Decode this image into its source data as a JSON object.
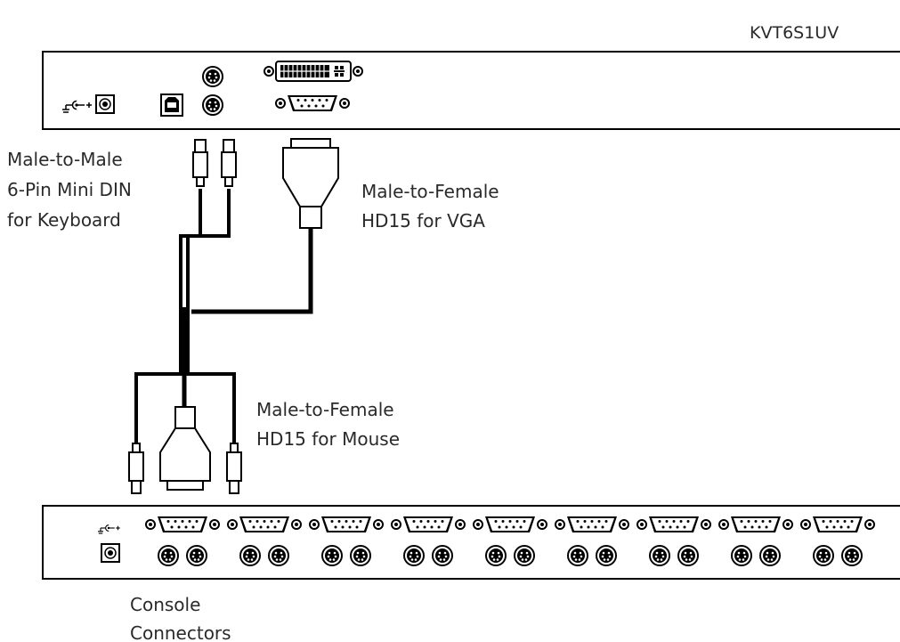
{
  "model_label": "KVT6S1UV",
  "labels": {
    "keyboard_cable": [
      "Male-to-Male",
      "6-Pin Mini DIN",
      "for Keyboard"
    ],
    "vga_cable": [
      "Male-to-Female",
      "HD15 for VGA"
    ],
    "mouse_cable": [
      "Male-to-Female",
      "HD15 for Mouse"
    ],
    "console": [
      "Console",
      "Connectors"
    ]
  },
  "icons": {
    "power": "power-symbol-icon",
    "dc_jack": "dc-power-jack-icon",
    "usb": "usb-b-port-icon",
    "ps2": "ps2-port-icon",
    "dvi": "dvi-port-icon",
    "vga": "vga-port-icon"
  },
  "colors": {
    "line": "#000000",
    "text": "#2a2a2a",
    "background": "#ffffff"
  },
  "console_port_groups": 9
}
